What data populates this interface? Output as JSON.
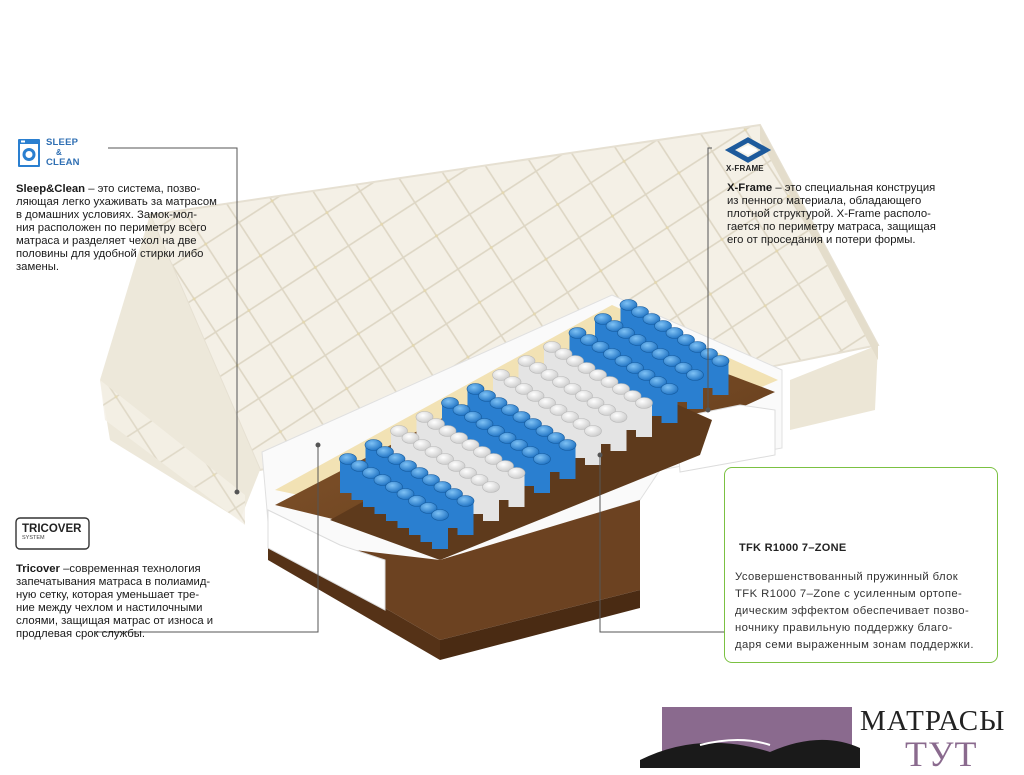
{
  "features": {
    "sleep_clean": {
      "icon_line1": "SLEEP",
      "icon_line2": "&",
      "icon_line3": "CLEAN",
      "title": "Sleep&Clean",
      "text_lines": [
        " – это система, позво-",
        "ляющая легко ухаживать за матрасом",
        "в домашних условиях. Замок-мол-",
        "ния расположен по периметру всего",
        "матраса и разделяет чехол на две",
        "половины для удобной стирки либо",
        "замены."
      ]
    },
    "xframe": {
      "icon_label": "X-FRAME",
      "title": "X-Frame",
      "text_lines": [
        " – это специальная конструция",
        "из пенного материала, обладающего",
        "плотной структурой. X-Frame располо-",
        "гается по периметру матраса, защищая",
        "его от проседания и потери формы."
      ]
    },
    "tricover": {
      "icon_line1": "TRICOVER",
      "icon_line2": "SYSTEM",
      "title": "Tricover",
      "text_lines": [
        " –современная технология",
        "запечатывания матраса в полиамид-",
        "ную сетку, которая уменьшает тре-",
        "ние между чехлом и настилочными",
        "слоями, защищая матрас от износа и",
        "продлевая срок службы."
      ]
    },
    "tfk": {
      "title": "TFK R1000 7–ZONE",
      "text_lines": [
        "Усовершенствованный пружинный блок",
        "TFK R1000 7–Zone с усиленным ортопе-",
        "дическим эффектом обеспечивает позво-",
        "ночнику правильную поддержку благо-",
        "даря семи выраженным зонам поддержки."
      ]
    }
  },
  "logo": {
    "line1": "МАТРАСЫ",
    "line2": "ТУТ"
  },
  "colors": {
    "accent_green": "#7bc142",
    "xframe_blue": "#1d5a9c",
    "cover": "#f3efe4",
    "coir": "#7a4a24",
    "latex": "#f2e2b4",
    "spring_blue": "#2a7fd0",
    "logo_purple": "#8a6a8e"
  }
}
